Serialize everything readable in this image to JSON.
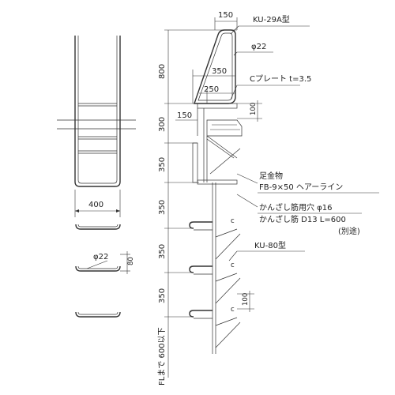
{
  "labels": {
    "model_top": "KU-29A型",
    "model_bottom": "KU-80型",
    "pipe_top": "φ22",
    "pipe_side": "φ22",
    "c_plate": "Cプレート t=3.5",
    "foothold": "足金物",
    "flat_bar": "FB-9×50 ヘアーライン",
    "hole": "かんざし筋用穴 φ16",
    "rebar": "かんざし筋 D13 L=600",
    "separate": "(別途)",
    "fl_note": "FLまで 600以下"
  },
  "dims": {
    "top_width": "150",
    "d350": "350",
    "d250": "250",
    "d150": "150",
    "d100_top": "100",
    "d100_bottom": "100",
    "d80": "80",
    "width_front": "400",
    "v800": "800",
    "v300": "300",
    "v350_1": "350",
    "v350_2": "350",
    "v350_3": "350",
    "v350_4": "350"
  }
}
